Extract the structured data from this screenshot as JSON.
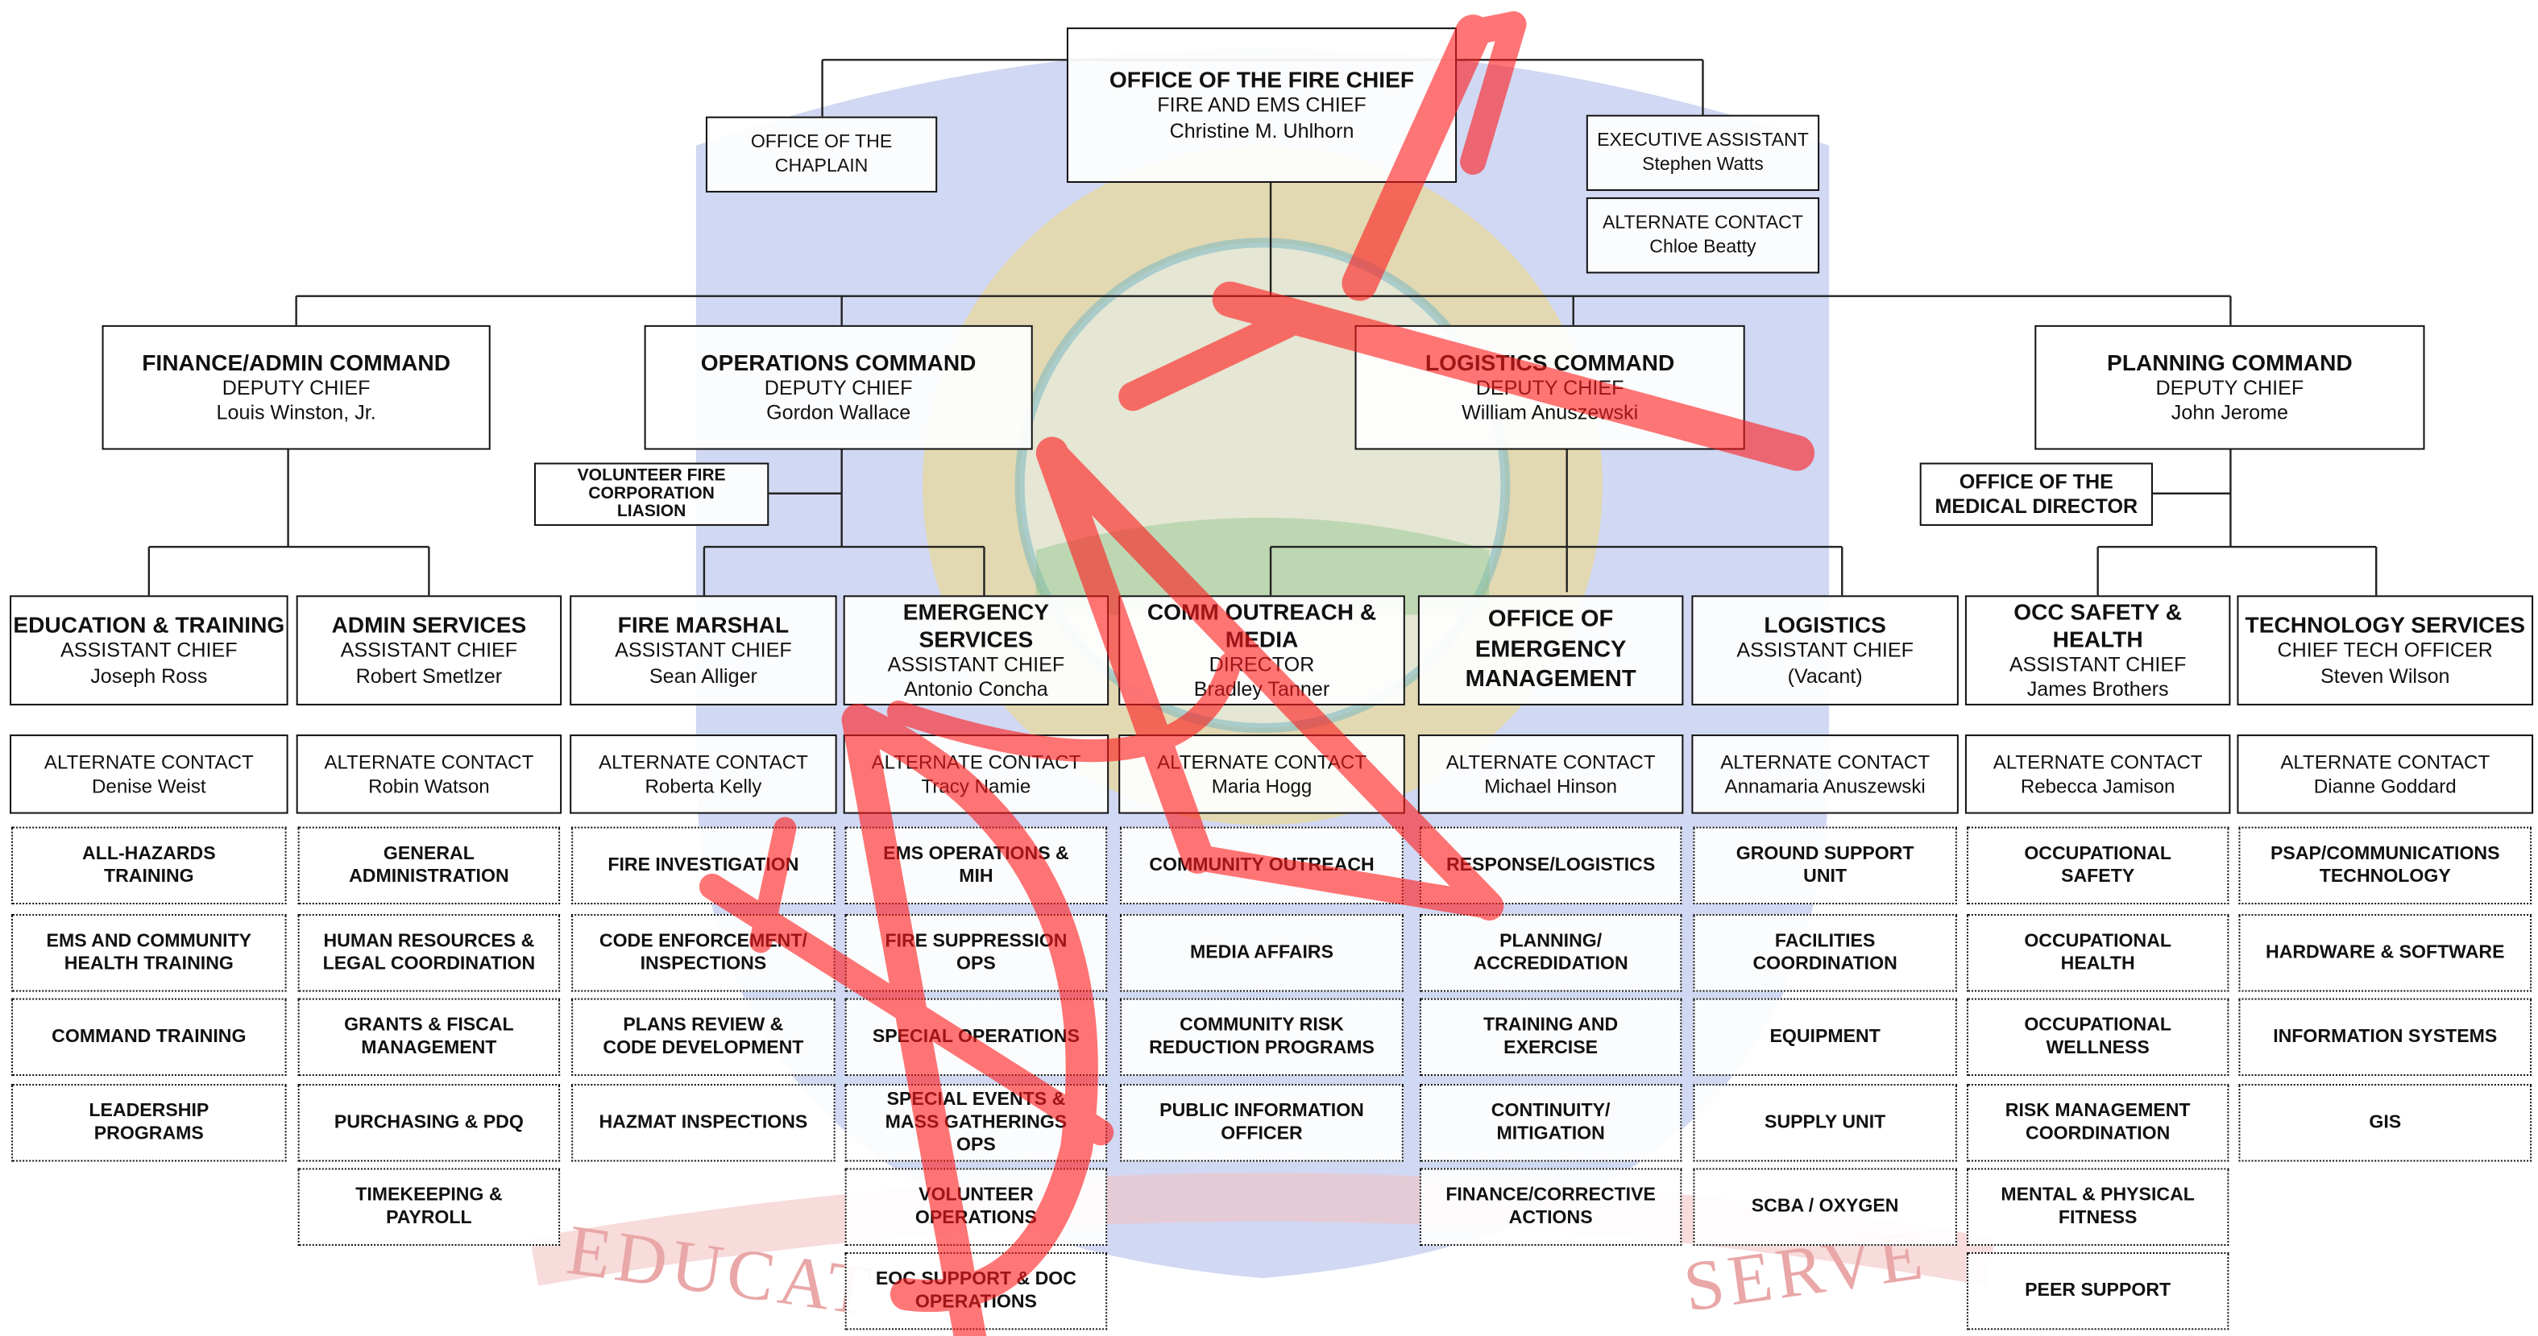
{
  "watermark": {
    "letters": [
      "D",
      "R",
      "A",
      "F",
      "T"
    ],
    "seal_text": [
      "EDUCAT",
      "SERVE"
    ],
    "colors": {
      "stamp": "#ff1a1a",
      "seal_blue": "#a9b8ea",
      "seal_gold": "#f1d97a"
    }
  },
  "chief": {
    "title": "OFFICE OF THE FIRE CHIEF",
    "role": "FIRE AND EMS CHIEF",
    "name": "Christine M. Uhlhorn"
  },
  "chaplain": {
    "line1": "OFFICE OF THE",
    "line2": "CHAPLAIN"
  },
  "exec_assistant": {
    "role": "EXECUTIVE ASSISTANT",
    "name": "Stephen Watts"
  },
  "exec_alt": {
    "role": "ALTERNATE CONTACT",
    "name": "Chloe Beatty"
  },
  "commands": [
    {
      "title": "FINANCE/ADMIN COMMAND",
      "role": "DEPUTY CHIEF",
      "name": "Louis Winston, Jr."
    },
    {
      "title": "OPERATIONS COMMAND",
      "role": "DEPUTY CHIEF",
      "name": "Gordon Wallace"
    },
    {
      "title": "LOGISTICS COMMAND",
      "role": "DEPUTY CHIEF",
      "name": "William Anuszewski"
    },
    {
      "title": "PLANNING COMMAND",
      "role": "DEPUTY CHIEF",
      "name": "John Jerome"
    }
  ],
  "volunteer_liaison": {
    "line1": "VOLUNTEER FIRE",
    "line2": "CORPORATION",
    "line3": "LIASION"
  },
  "medical_director": {
    "line1": "OFFICE OF THE",
    "line2": "MEDICAL DIRECTOR"
  },
  "divisions": [
    {
      "title": "EDUCATION & TRAINING",
      "role": "ASSISTANT CHIEF",
      "name": "Joseph Ross",
      "alt_label": "ALTERNATE CONTACT",
      "alt_name": "Denise Weist",
      "functions": [
        "ALL-HAZARDS TRAINING",
        "EMS AND COMMUNITY HEALTH TRAINING",
        "COMMAND TRAINING",
        "LEADERSHIP PROGRAMS"
      ]
    },
    {
      "title": "ADMIN SERVICES",
      "role": "ASSISTANT CHIEF",
      "name": "Robert Smetlzer",
      "alt_label": "ALTERNATE CONTACT",
      "alt_name": "Robin Watson",
      "functions": [
        "GENERAL ADMINISTRATION",
        "HUMAN RESOURCES & LEGAL COORDINATION",
        "GRANTS & FISCAL MANAGEMENT",
        "PURCHASING & PDQ",
        "TIMEKEEPING & PAYROLL"
      ]
    },
    {
      "title": "FIRE MARSHAL",
      "role": "ASSISTANT CHIEF",
      "name": "Sean Alliger",
      "alt_label": "ALTERNATE CONTACT",
      "alt_name": "Roberta Kelly",
      "functions": [
        "FIRE INVESTIGATION",
        "CODE ENFORCEMENT/ INSPECTIONS",
        "PLANS REVIEW & CODE DEVELOPMENT",
        "HAZMAT INSPECTIONS"
      ]
    },
    {
      "title": "EMERGENCY SERVICES",
      "role": "ASSISTANT CHIEF",
      "name": "Antonio Concha",
      "alt_label": "ALTERNATE CONTACT",
      "alt_name": "Tracy Namie",
      "functions": [
        "EMS OPERATIONS & MIH",
        "FIRE SUPPRESSION OPS",
        "SPECIAL OPERATIONS",
        "SPECIAL EVENTS & MASS GATHERINGS OPS",
        "VOLUNTEER OPERATIONS",
        "EOC SUPPORT & DOC OPERATIONS"
      ]
    },
    {
      "title": "COMM OUTREACH & MEDIA",
      "role": "DIRECTOR",
      "name": "Bradley Tanner",
      "alt_label": "ALTERNATE CONTACT",
      "alt_name": "Maria Hogg",
      "functions": [
        "COMMUNITY OUTREACH",
        "MEDIA AFFAIRS",
        "COMMUNITY RISK REDUCTION PROGRAMS",
        "PUBLIC INFORMATION OFFICER"
      ]
    },
    {
      "title": "OFFICE OF EMERGENCY MANAGEMENT",
      "role": "",
      "name": "",
      "alt_label": "ALTERNATE CONTACT",
      "alt_name": "Michael Hinson",
      "functions": [
        "RESPONSE/LOGISTICS",
        "PLANNING/ ACCREDIDATION",
        "TRAINING AND EXERCISE",
        "CONTINUITY/ MITIGATION",
        "FINANCE/CORRECTIVE ACTIONS"
      ]
    },
    {
      "title": "LOGISTICS",
      "role": "ASSISTANT CHIEF",
      "name": "(Vacant)",
      "alt_label": "ALTERNATE CONTACT",
      "alt_name": "Annamaria Anuszewski",
      "functions": [
        "GROUND SUPPORT UNIT",
        "FACILITIES COORDINATION",
        "EQUIPMENT",
        "SUPPLY UNIT",
        "SCBA / OXYGEN"
      ]
    },
    {
      "title": "OCC SAFETY & HEALTH",
      "role": "ASSISTANT CHIEF",
      "name": "James Brothers",
      "alt_label": "ALTERNATE CONTACT",
      "alt_name": "Rebecca Jamison",
      "functions": [
        "OCCUPATIONAL SAFETY",
        "OCCUPATIONAL HEALTH",
        "OCCUPATIONAL WELLNESS",
        "RISK MANAGEMENT COORDINATION",
        "MENTAL & PHYSICAL FITNESS",
        "PEER SUPPORT"
      ]
    },
    {
      "title": "TECHNOLOGY SERVICES",
      "role": "CHIEF TECH OFFICER",
      "name": "Steven Wilson",
      "alt_label": "ALTERNATE CONTACT",
      "alt_name": "Dianne Goddard",
      "functions": [
        "PSAP/COMMUNICATIONS TECHNOLOGY",
        "HARDWARE & SOFTWARE",
        "INFORMATION SYSTEMS",
        "GIS"
      ]
    }
  ]
}
